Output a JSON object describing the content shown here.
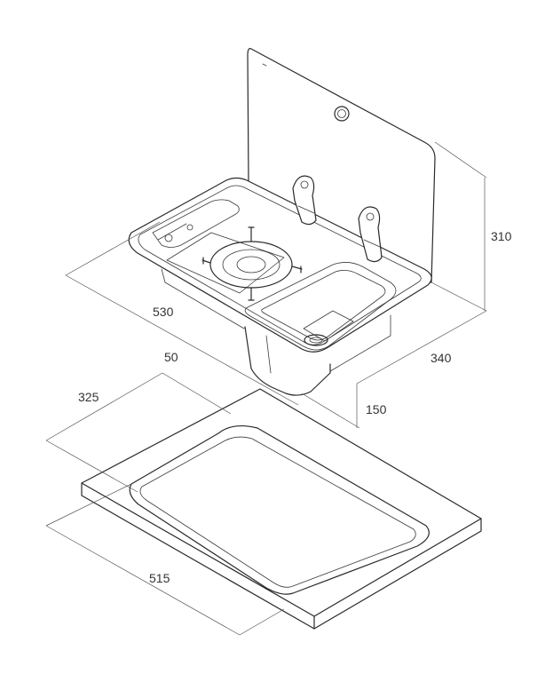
{
  "diagram": {
    "dimensions": {
      "height": "310",
      "width": "530",
      "depth": "340",
      "basin_depth": "150",
      "cutout_corner": "50",
      "cutout_depth": "325",
      "cutout_width": "515"
    },
    "colors": {
      "line": "#2a2a2a",
      "dimension": "#555555",
      "background": "#ffffff"
    }
  }
}
